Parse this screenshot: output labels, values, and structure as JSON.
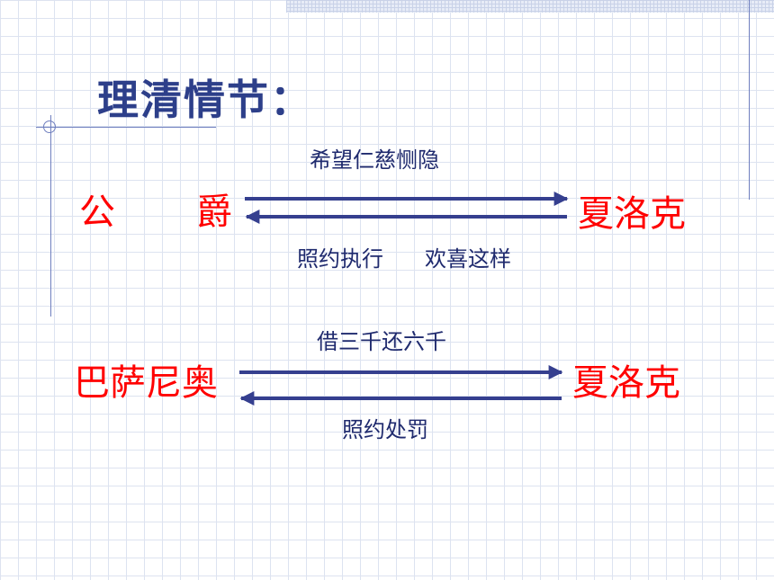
{
  "title": "理清情节：",
  "relation1": {
    "left_entity_1": "公",
    "left_entity_2": "爵",
    "right_entity": "夏洛克",
    "top_label": "希望仁慈恻隐",
    "bottom_label_1": "照约执行",
    "bottom_label_2": "欢喜这样"
  },
  "relation2": {
    "left_entity": "巴萨尼奥",
    "right_entity": "夏洛克",
    "top_label": "借三千还六千",
    "bottom_label": "照约处罚"
  },
  "colors": {
    "title": "#2d3f8a",
    "entity": "#ff0000",
    "arrow": "#353f8f",
    "label": "#1f2a6e"
  }
}
